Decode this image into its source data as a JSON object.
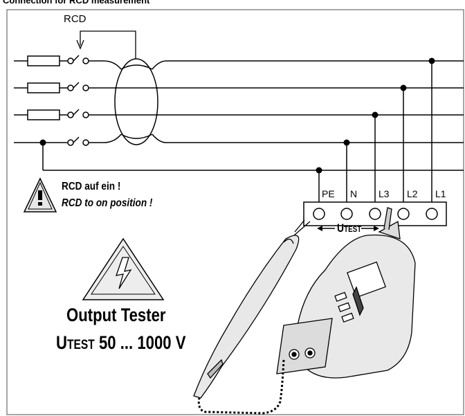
{
  "caption": "Connection for RCD measurement",
  "rcd_label": "RCD",
  "warning": {
    "line_de": "RCD auf ein !",
    "line_en": "RCD to on position !"
  },
  "terminals": [
    "PE",
    "N",
    "L3",
    "L2",
    "L1"
  ],
  "utest_arrow": {
    "u": "U",
    "sub": "TEST"
  },
  "output": {
    "title": "Output Tester",
    "u": "U",
    "sub": "TEST",
    "range": "50 ... 1000 V"
  },
  "colors": {
    "line": "#000000",
    "tester_body": "#e9e9e9",
    "border": "#888888"
  }
}
